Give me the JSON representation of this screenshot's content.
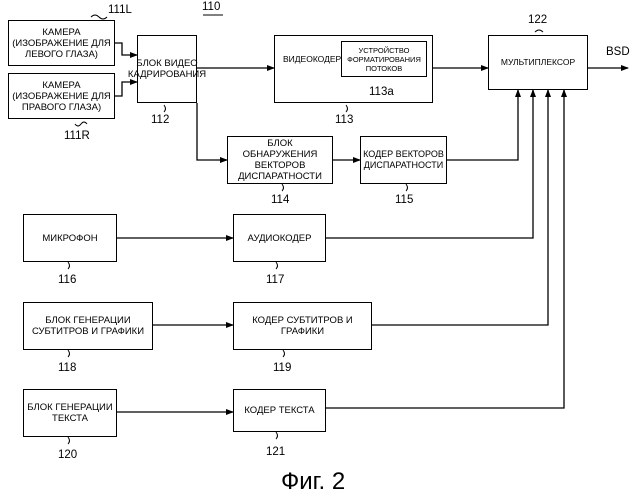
{
  "diagram_ref": "110",
  "blocks": {
    "cam_left": {
      "label": "КАМЕРА (ИЗОБРАЖЕНИЕ ДЛЯ ЛЕВОГО ГЛАЗА)",
      "ref": "111L"
    },
    "cam_right": {
      "label": "КАМЕРА (ИЗОБРАЖЕНИЕ ДЛЯ ПРАВОГО ГЛАЗА)",
      "ref": "111R"
    },
    "video_framing": {
      "label": "БЛОК ВИДЕО КАДРИРОВАНИЯ",
      "ref": "112"
    },
    "video_encoder": {
      "label": "ВИДЕОКОДЕР",
      "ref": "113"
    },
    "stream_formatter": {
      "label": "УСТРОЙСТВО ФОРМАТИРОВАНИЯ ПОТОКОВ",
      "ref": "113a"
    },
    "multiplexer": {
      "label": "МУЛЬТИПЛЕКСОР",
      "ref": "122"
    },
    "disparity_detect": {
      "label": "БЛОК ОБНАРУЖЕНИЯ ВЕКТОРОВ ДИСПАРАТНОСТИ",
      "ref": "114"
    },
    "disparity_encoder": {
      "label": "КОДЕР ВЕКТОРОВ ДИСПАРАТНОСТИ",
      "ref": "115"
    },
    "microphone": {
      "label": "МИКРОФОН",
      "ref": "116"
    },
    "audio_encoder": {
      "label": "АУДИОКОДЕР",
      "ref": "117"
    },
    "subtitle_gen": {
      "label": "БЛОК ГЕНЕРАЦИИ СУБТИТРОВ И ГРАФИКИ",
      "ref": "118"
    },
    "subtitle_encoder": {
      "label": "КОДЕР СУБТИТРОВ И ГРАФИКИ",
      "ref": "119"
    },
    "text_gen": {
      "label": "БЛОК ГЕНЕРАЦИИ ТЕКСТА",
      "ref": "120"
    },
    "text_encoder": {
      "label": "КОДЕР ТЕКСТА",
      "ref": "121"
    }
  },
  "output_label": "BSD",
  "caption": "Фиг. 2"
}
